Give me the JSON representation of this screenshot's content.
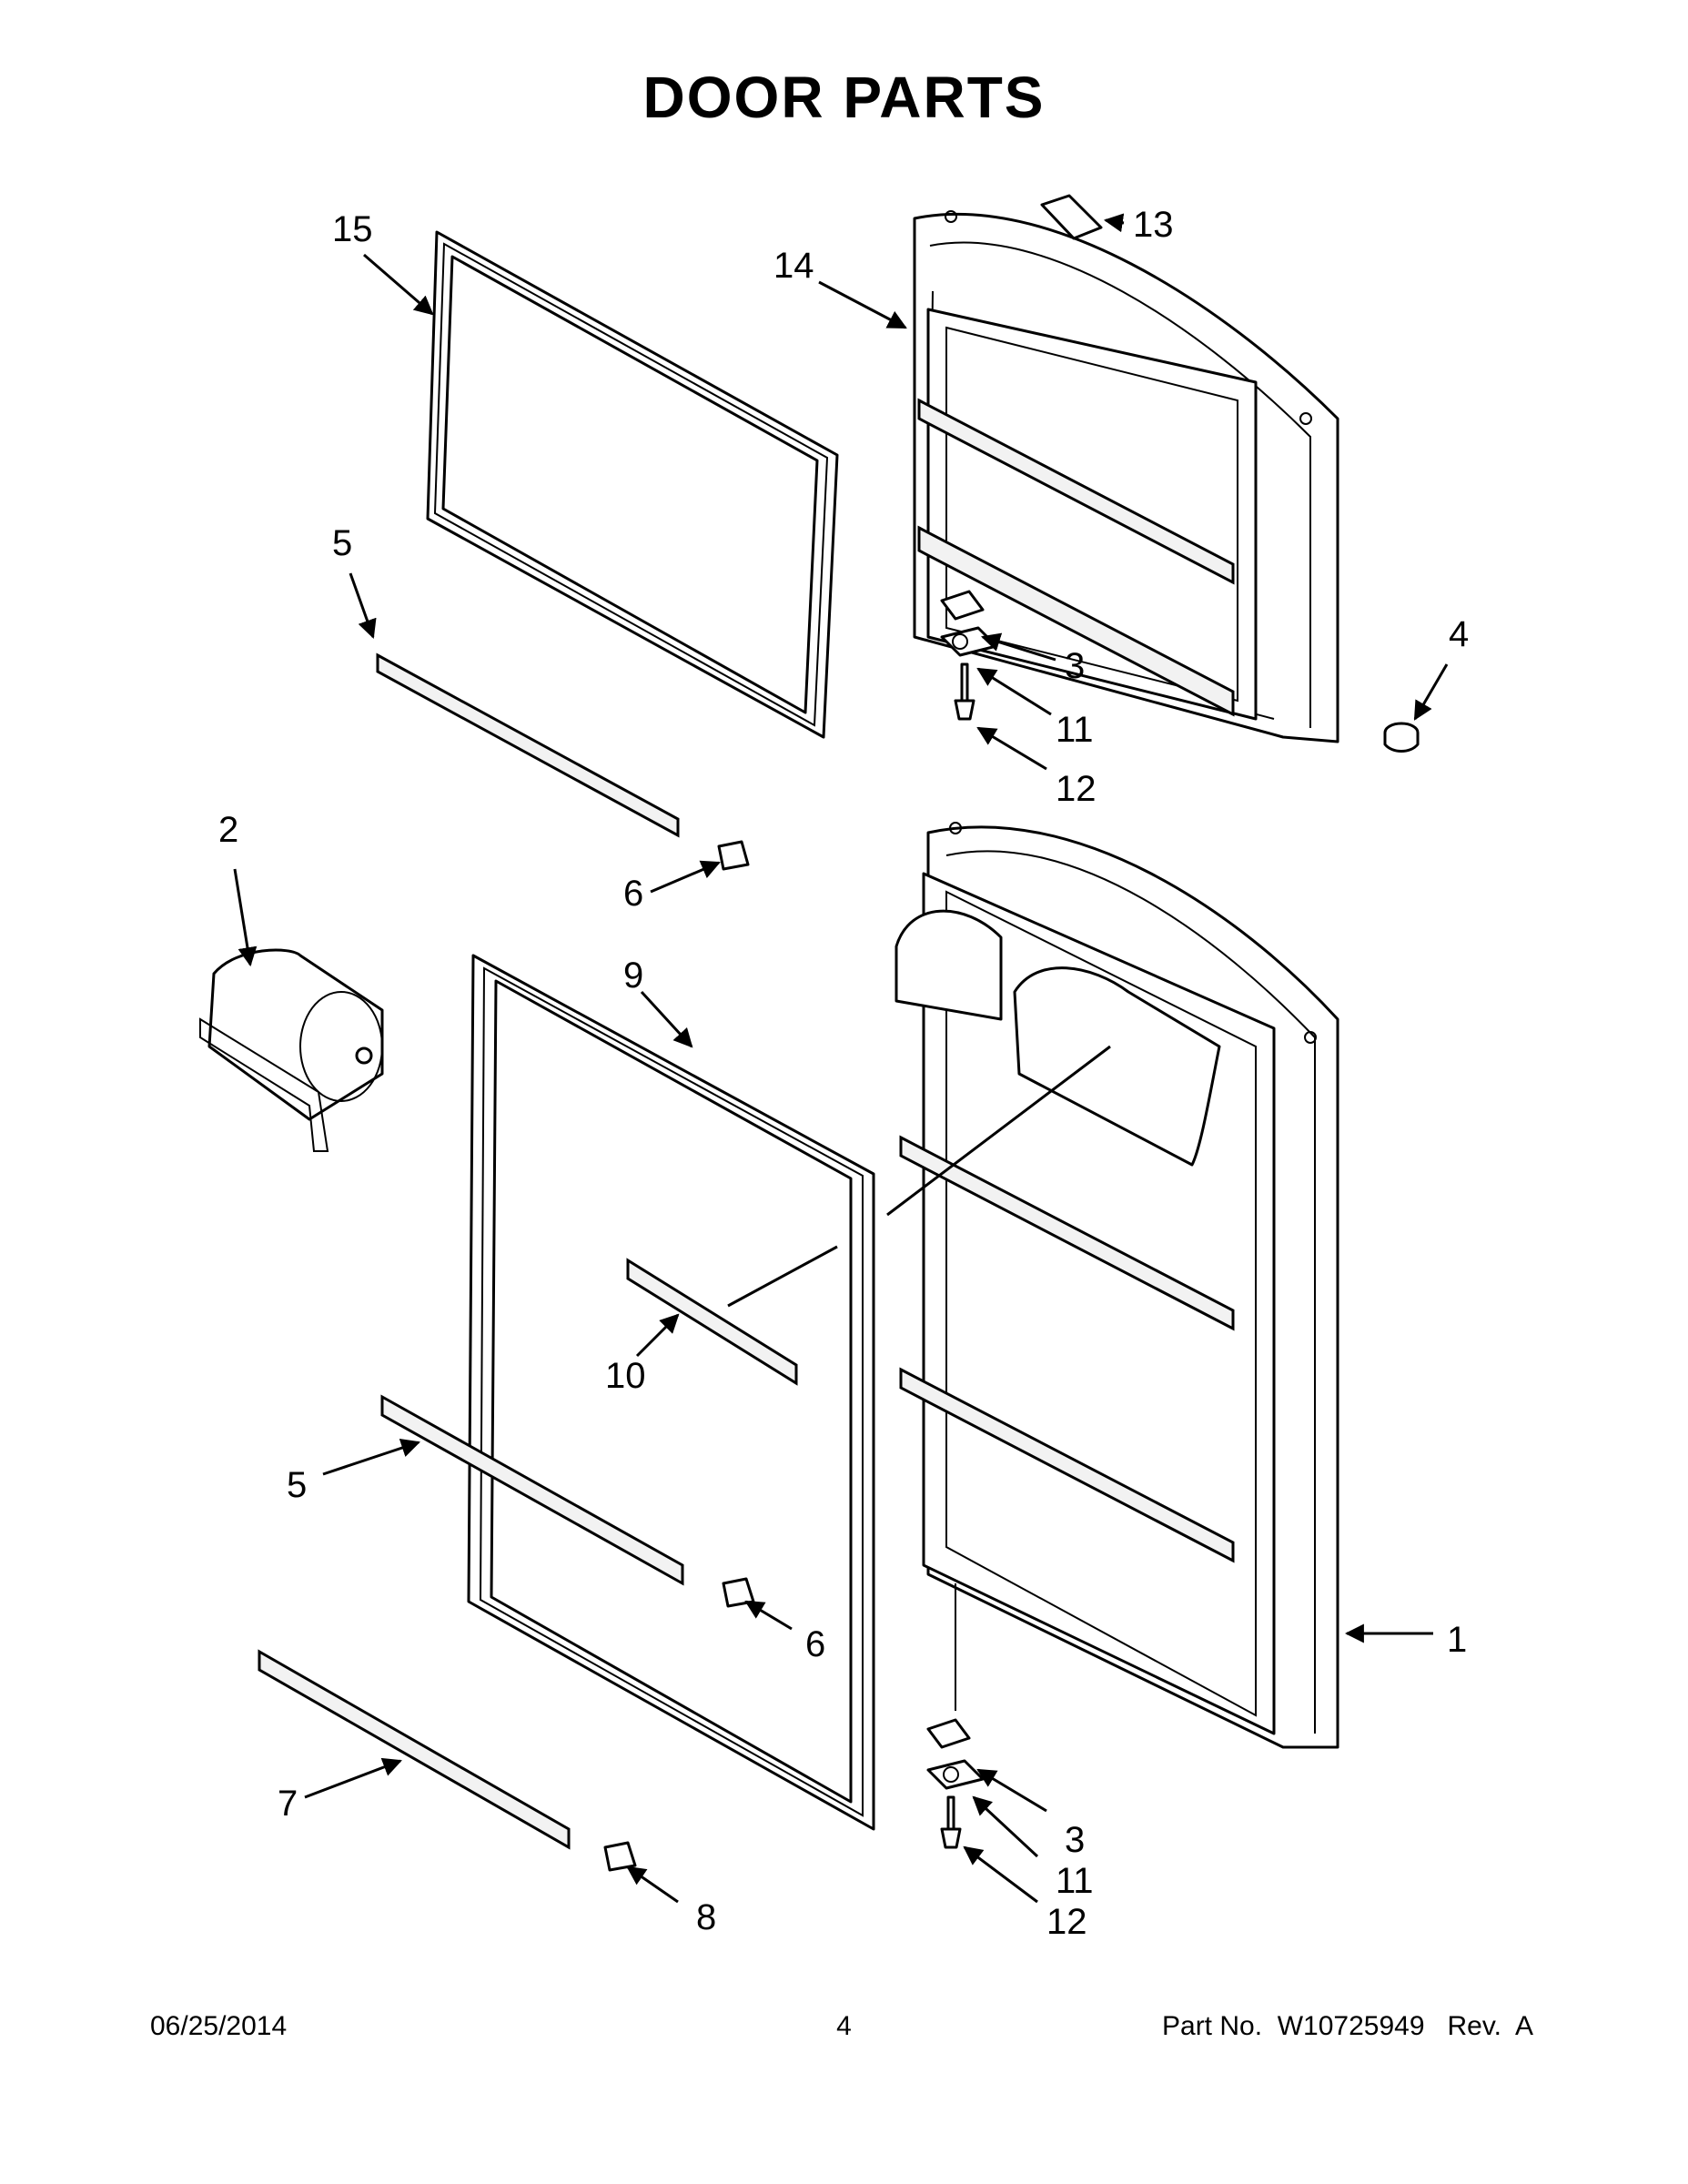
{
  "title": "DOOR PARTS",
  "callouts": {
    "c1": "1",
    "c2": "2",
    "c3a": "3",
    "c3b": "3",
    "c4": "4",
    "c5a": "5",
    "c5b": "5",
    "c6a": "6",
    "c6b": "6",
    "c7": "7",
    "c8": "8",
    "c9": "9",
    "c10": "10",
    "c11a": "11",
    "c11b": "11",
    "c12a": "12",
    "c12b": "12",
    "c13": "13",
    "c14": "14",
    "c15": "15"
  },
  "footer": {
    "date": "06/25/2014",
    "page": "4",
    "part": "Part No.  W10725949   Rev.  A"
  }
}
